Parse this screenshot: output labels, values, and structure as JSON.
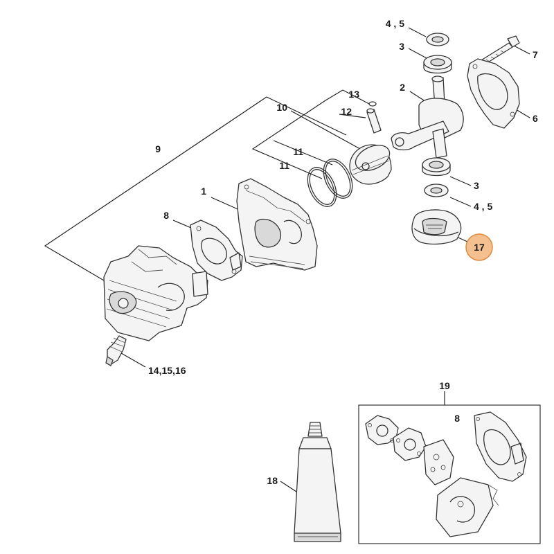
{
  "callouts": {
    "c1": "1",
    "c2": "2",
    "c3a": "3",
    "c3b": "3",
    "c45a": "4 , 5",
    "c45b": "4 , 5",
    "c6": "6",
    "c7": "7",
    "c8a": "8",
    "c8b": "8",
    "c9": "9",
    "c10": "10",
    "c11a": "11",
    "c11b": "11",
    "c12": "12",
    "c13": "13",
    "c141516": "14,15,16",
    "c17": "17",
    "c18": "18",
    "c19": "19"
  },
  "colors": {
    "highlight_fill": "#f5c08f",
    "highlight_stroke": "#e08a3c"
  }
}
